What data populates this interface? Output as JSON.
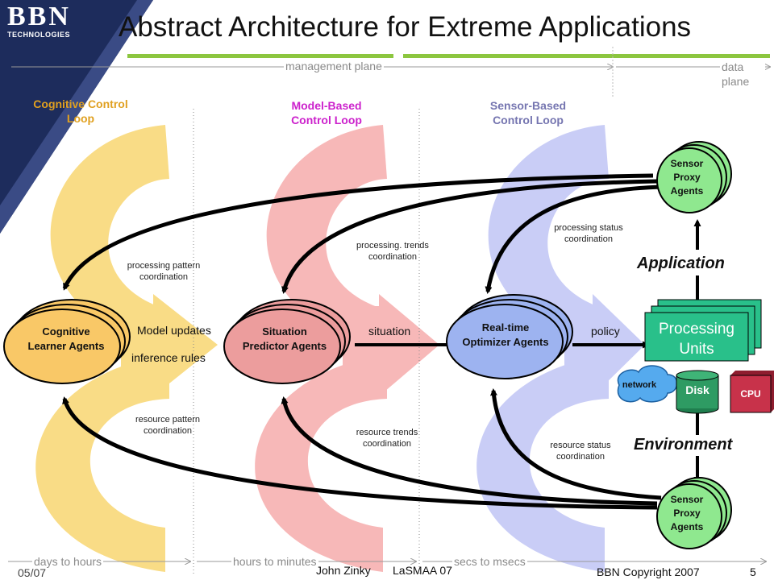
{
  "logo": {
    "letters": "BBN",
    "subtitle": "TECHNOLOGIES"
  },
  "title": "Abstract Architecture for Extreme Applications",
  "planes": {
    "management": "management plane",
    "data": "data plane"
  },
  "loops": {
    "cognitive": "Cognitive Control Loop",
    "model": "Model-Based Control Loop",
    "sensor": "Sensor-Based Control Loop"
  },
  "agents": {
    "cognitive": "Cognitive Learner Agents",
    "situation": "Situation Predictor Agents",
    "optimizer": "Real-time Optimizer Agents",
    "proxy_top": "Sensor Proxy Agents",
    "proxy_bottom": "Sensor Proxy Agents"
  },
  "flows": {
    "model_updates": "Model updates",
    "inference_rules": "inference rules",
    "situation": "situation",
    "policy": "policy"
  },
  "coordination": {
    "processing_pattern": "processing pattern coordination",
    "processing_trends": "processing. trends coordination",
    "processing_status": "processing status coordination",
    "resource_pattern": "resource pattern coordination",
    "resource_trends": "resource trends coordination",
    "resource_status": "resource status coordination"
  },
  "resources": {
    "processing_units": "Processing Units",
    "network": "network",
    "disk": "Disk",
    "cpu": "CPU",
    "application": "Application",
    "environment": "Environment"
  },
  "timescales": {
    "days": "days to hours",
    "hours": "hours to minutes",
    "secs": "secs to msecs"
  },
  "footer": {
    "date": "05/07",
    "author": "John Zinky",
    "event": "LaSMAA 07",
    "copyright": "BBN Copyright 2007",
    "page": "5"
  },
  "colors": {
    "cognitive_loop": "#f9dc86",
    "model_loop": "#f7b8b8",
    "sensor_loop": "#c9cdf6",
    "cognitive_agent": "#f9c867",
    "situation_agent": "#ec9d9d",
    "optimizer_agent": "#9db3f0",
    "proxy_agent": "#8fe88f",
    "processing_units": "#29c08a",
    "disk": "#2e9b63",
    "cpu": "#c8324a",
    "network": "#55aaee",
    "accent_green": "#8cc63f",
    "logo_navy": "#1d2c5c",
    "model_title": "#cc22cc",
    "cognitive_title": "#e0a020",
    "sensor_title": "#7575b0"
  }
}
